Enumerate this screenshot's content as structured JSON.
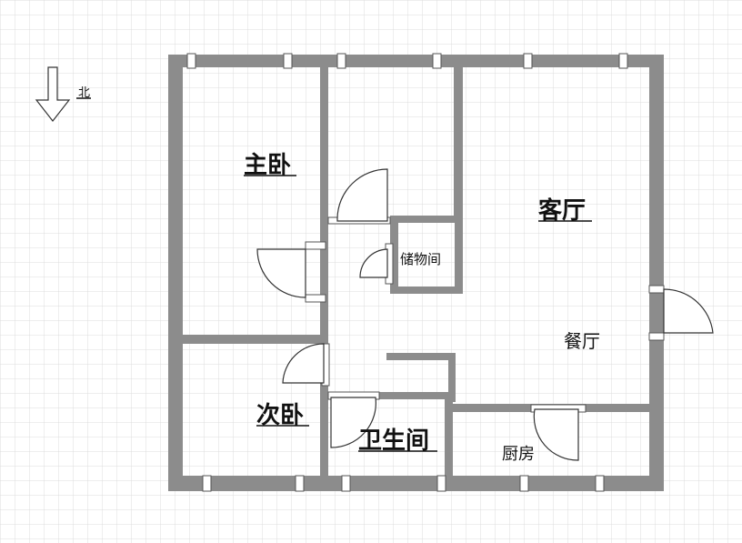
{
  "compass": {
    "label": "北",
    "icon": "north-arrow-icon"
  },
  "rooms": {
    "master_bedroom": "主卧",
    "living_room": "客厅",
    "storage": "储物间",
    "dining_room": "餐厅",
    "second_bedroom": "次卧",
    "bathroom": "卫生间",
    "kitchen": "厨房"
  },
  "colors": {
    "wall": "#8c8c8c",
    "grid": "#dcdcdc",
    "background": "#ffffff"
  }
}
